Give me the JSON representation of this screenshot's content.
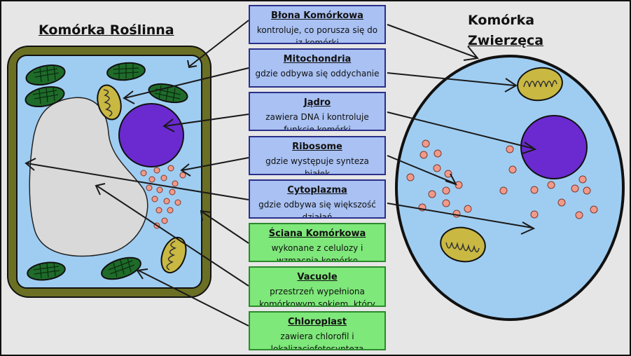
{
  "titles": {
    "plant": "Komórka Roślinna",
    "animal_line1": "Komórka",
    "animal_line2": "Zwierzęca"
  },
  "labels": [
    {
      "id": "blona",
      "title": "Błona Komórkowa",
      "desc": "kontroluje, co porusza się do iz komórki"
    },
    {
      "id": "mitochondria",
      "title": "Mitochondria",
      "desc": "gdzie odbywa się oddychanie"
    },
    {
      "id": "jadro",
      "title": "Jądro",
      "desc": "zawiera DNA i kontroluje funkcje komórki"
    },
    {
      "id": "ribosome",
      "title": "Ribosome",
      "desc": "gdzie występuje synteza białek"
    },
    {
      "id": "cytoplazma",
      "title": "Cytoplazma",
      "desc": "gdzie odbywa się większość działań"
    },
    {
      "id": "sciana",
      "title": "Ściana Komórkowa",
      "desc": "wykonane z celulozy i wzmacnia komórkę"
    },
    {
      "id": "vacuole",
      "title": "Vacuole",
      "desc": "przestrzeń wypełniona komórkowym sokiem, który utrzymuje komórkę w tłoku"
    },
    {
      "id": "chloroplast",
      "title": "Chloroplast",
      "desc": "zawiera chlorofil i lokalizacjęfotosynteza"
    }
  ],
  "colors": {
    "box_blue": "#a9c1f3",
    "box_green": "#7ee87a",
    "cytoplasm": "#9fcdf2",
    "cell_wall": "#6b6f24",
    "nucleus": "#6a2ad0",
    "vacuole": "#d9d9d9",
    "chloroplast": "#1f6b2a",
    "mitochondria": "#c9b842",
    "ribosome": "#f29a8a"
  }
}
